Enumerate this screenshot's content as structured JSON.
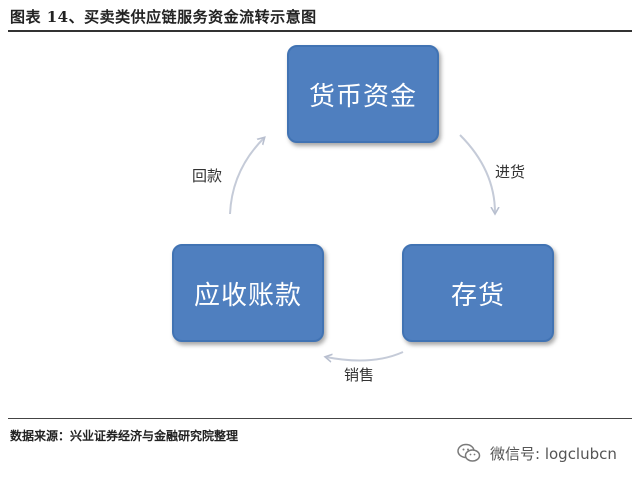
{
  "title": "图表 14、买卖类供应链服务资金流转示意图",
  "nodes": {
    "cash": "货币资金",
    "inventory": "存货",
    "receivables": "应收账款"
  },
  "edges": {
    "purchase": "进货",
    "sales": "销售",
    "collection": "回款"
  },
  "source": "数据来源：兴业证券经济与金融研究院整理",
  "watermark": {
    "text": "微信号: logclubcn",
    "icon": "wechat-icon"
  },
  "colors": {
    "node_fill": "#4f7fbf",
    "node_border": "#4173b3",
    "arrow": "#c5cbd8"
  }
}
